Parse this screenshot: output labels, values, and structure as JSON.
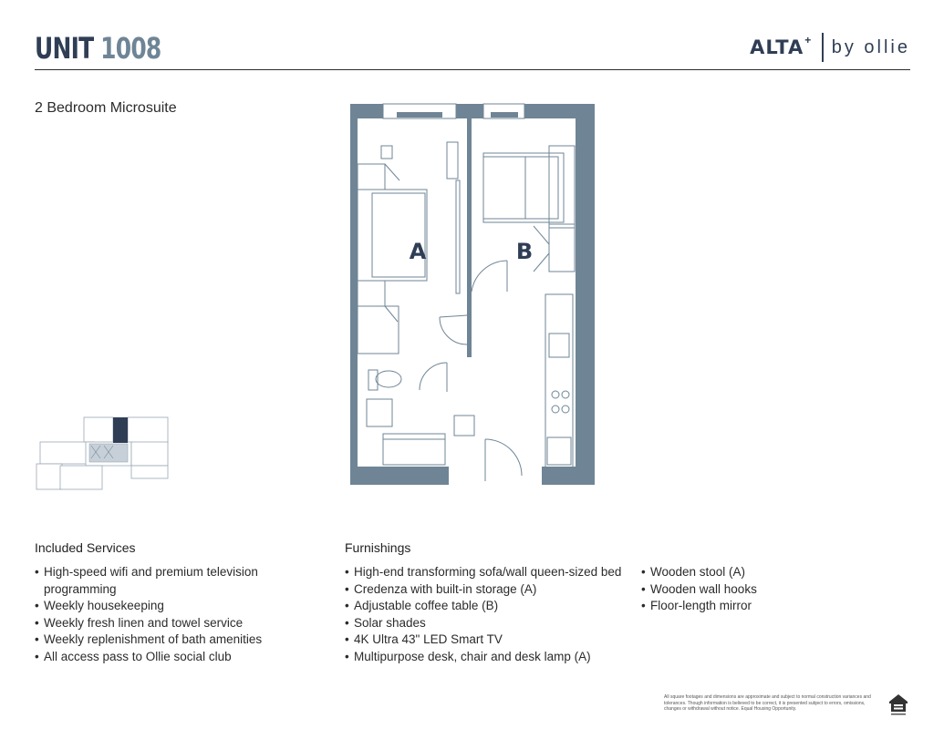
{
  "header": {
    "unit_word": "UNIT",
    "unit_number": "1008",
    "brand_name": "ALTA",
    "brand_plus": "+",
    "brand_by": "by ollie"
  },
  "subtitle": "2 Bedroom Microsuite",
  "floorplan": {
    "room_a_label": "A",
    "room_b_label": "B",
    "wall_color": "#6f8596",
    "highlight_color": "#2f3e55"
  },
  "services": {
    "heading": "Included Services",
    "items": [
      "High-speed wifi and premium television",
      "programming",
      "Weekly housekeeping",
      "Weekly fresh linen and towel service",
      "Weekly replenishment of bath amenities",
      "All access pass to Ollie social club"
    ]
  },
  "furnishings": {
    "heading": "Furnishings",
    "col1": [
      "High-end transforming sofa/wall queen-sized bed",
      "Credenza with built-in storage (A)",
      "Adjustable coffee table (B)",
      "Solar shades",
      "4K Ultra 43\" LED Smart TV",
      "Multipurpose desk, chair and desk lamp (A)"
    ],
    "col2": [
      "Wooden stool (A)",
      "Wooden wall hooks",
      "Floor-length mirror"
    ]
  },
  "disclaimer": "All square footages and dimensions are approximate and subject to normal construction variances and tolerances. Though information is believed to be correct, it is presented subject to errors, omissions, changes or withdrawal without notice. Equal Housing Opportunity.",
  "icons": {
    "equal_housing": "equal-housing-icon"
  }
}
